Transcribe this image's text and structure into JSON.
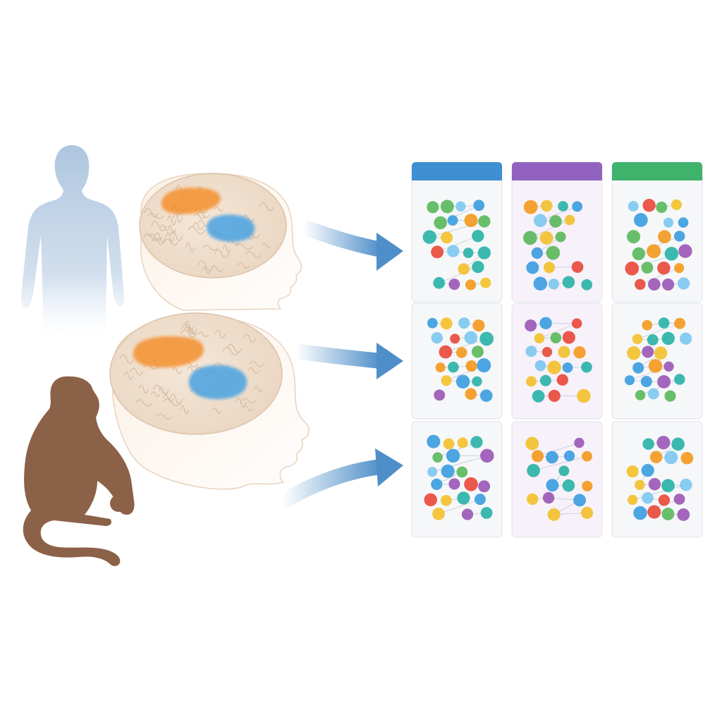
{
  "figure": {
    "subjects": [
      {
        "name": "human",
        "icon": "human-silhouette-icon",
        "color": "#b8cde3"
      },
      {
        "name": "monkey",
        "icon": "monkey-silhouette-icon",
        "color": "#8b6148"
      }
    ],
    "brains": [
      {
        "name": "upper-brain",
        "highlight_colors": [
          "#f4902f",
          "#4aa3e2"
        ]
      },
      {
        "name": "lower-brain",
        "highlight_colors": [
          "#f4902f",
          "#4aa3e2"
        ]
      }
    ],
    "arrow_color": "#4f8fc9",
    "panel_columns": [
      {
        "name": "column-1",
        "header_text": "",
        "header_color": "#3f8fd2",
        "tint": "#f6f7f9"
      },
      {
        "name": "column-2",
        "header_text": "",
        "header_color": "#9262c0",
        "tint": "#f7f1fa"
      },
      {
        "name": "column-3",
        "header_text": "",
        "header_color": "#3fb36b",
        "tint": "#f6f7f9"
      }
    ],
    "panel_rows": 3,
    "node_palette": [
      "#f39a1f",
      "#3d9ee0",
      "#e84b3c",
      "#5cb85c",
      "#f2c12e",
      "#9b59b6",
      "#2bb3a8",
      "#7ec8f0"
    ]
  }
}
